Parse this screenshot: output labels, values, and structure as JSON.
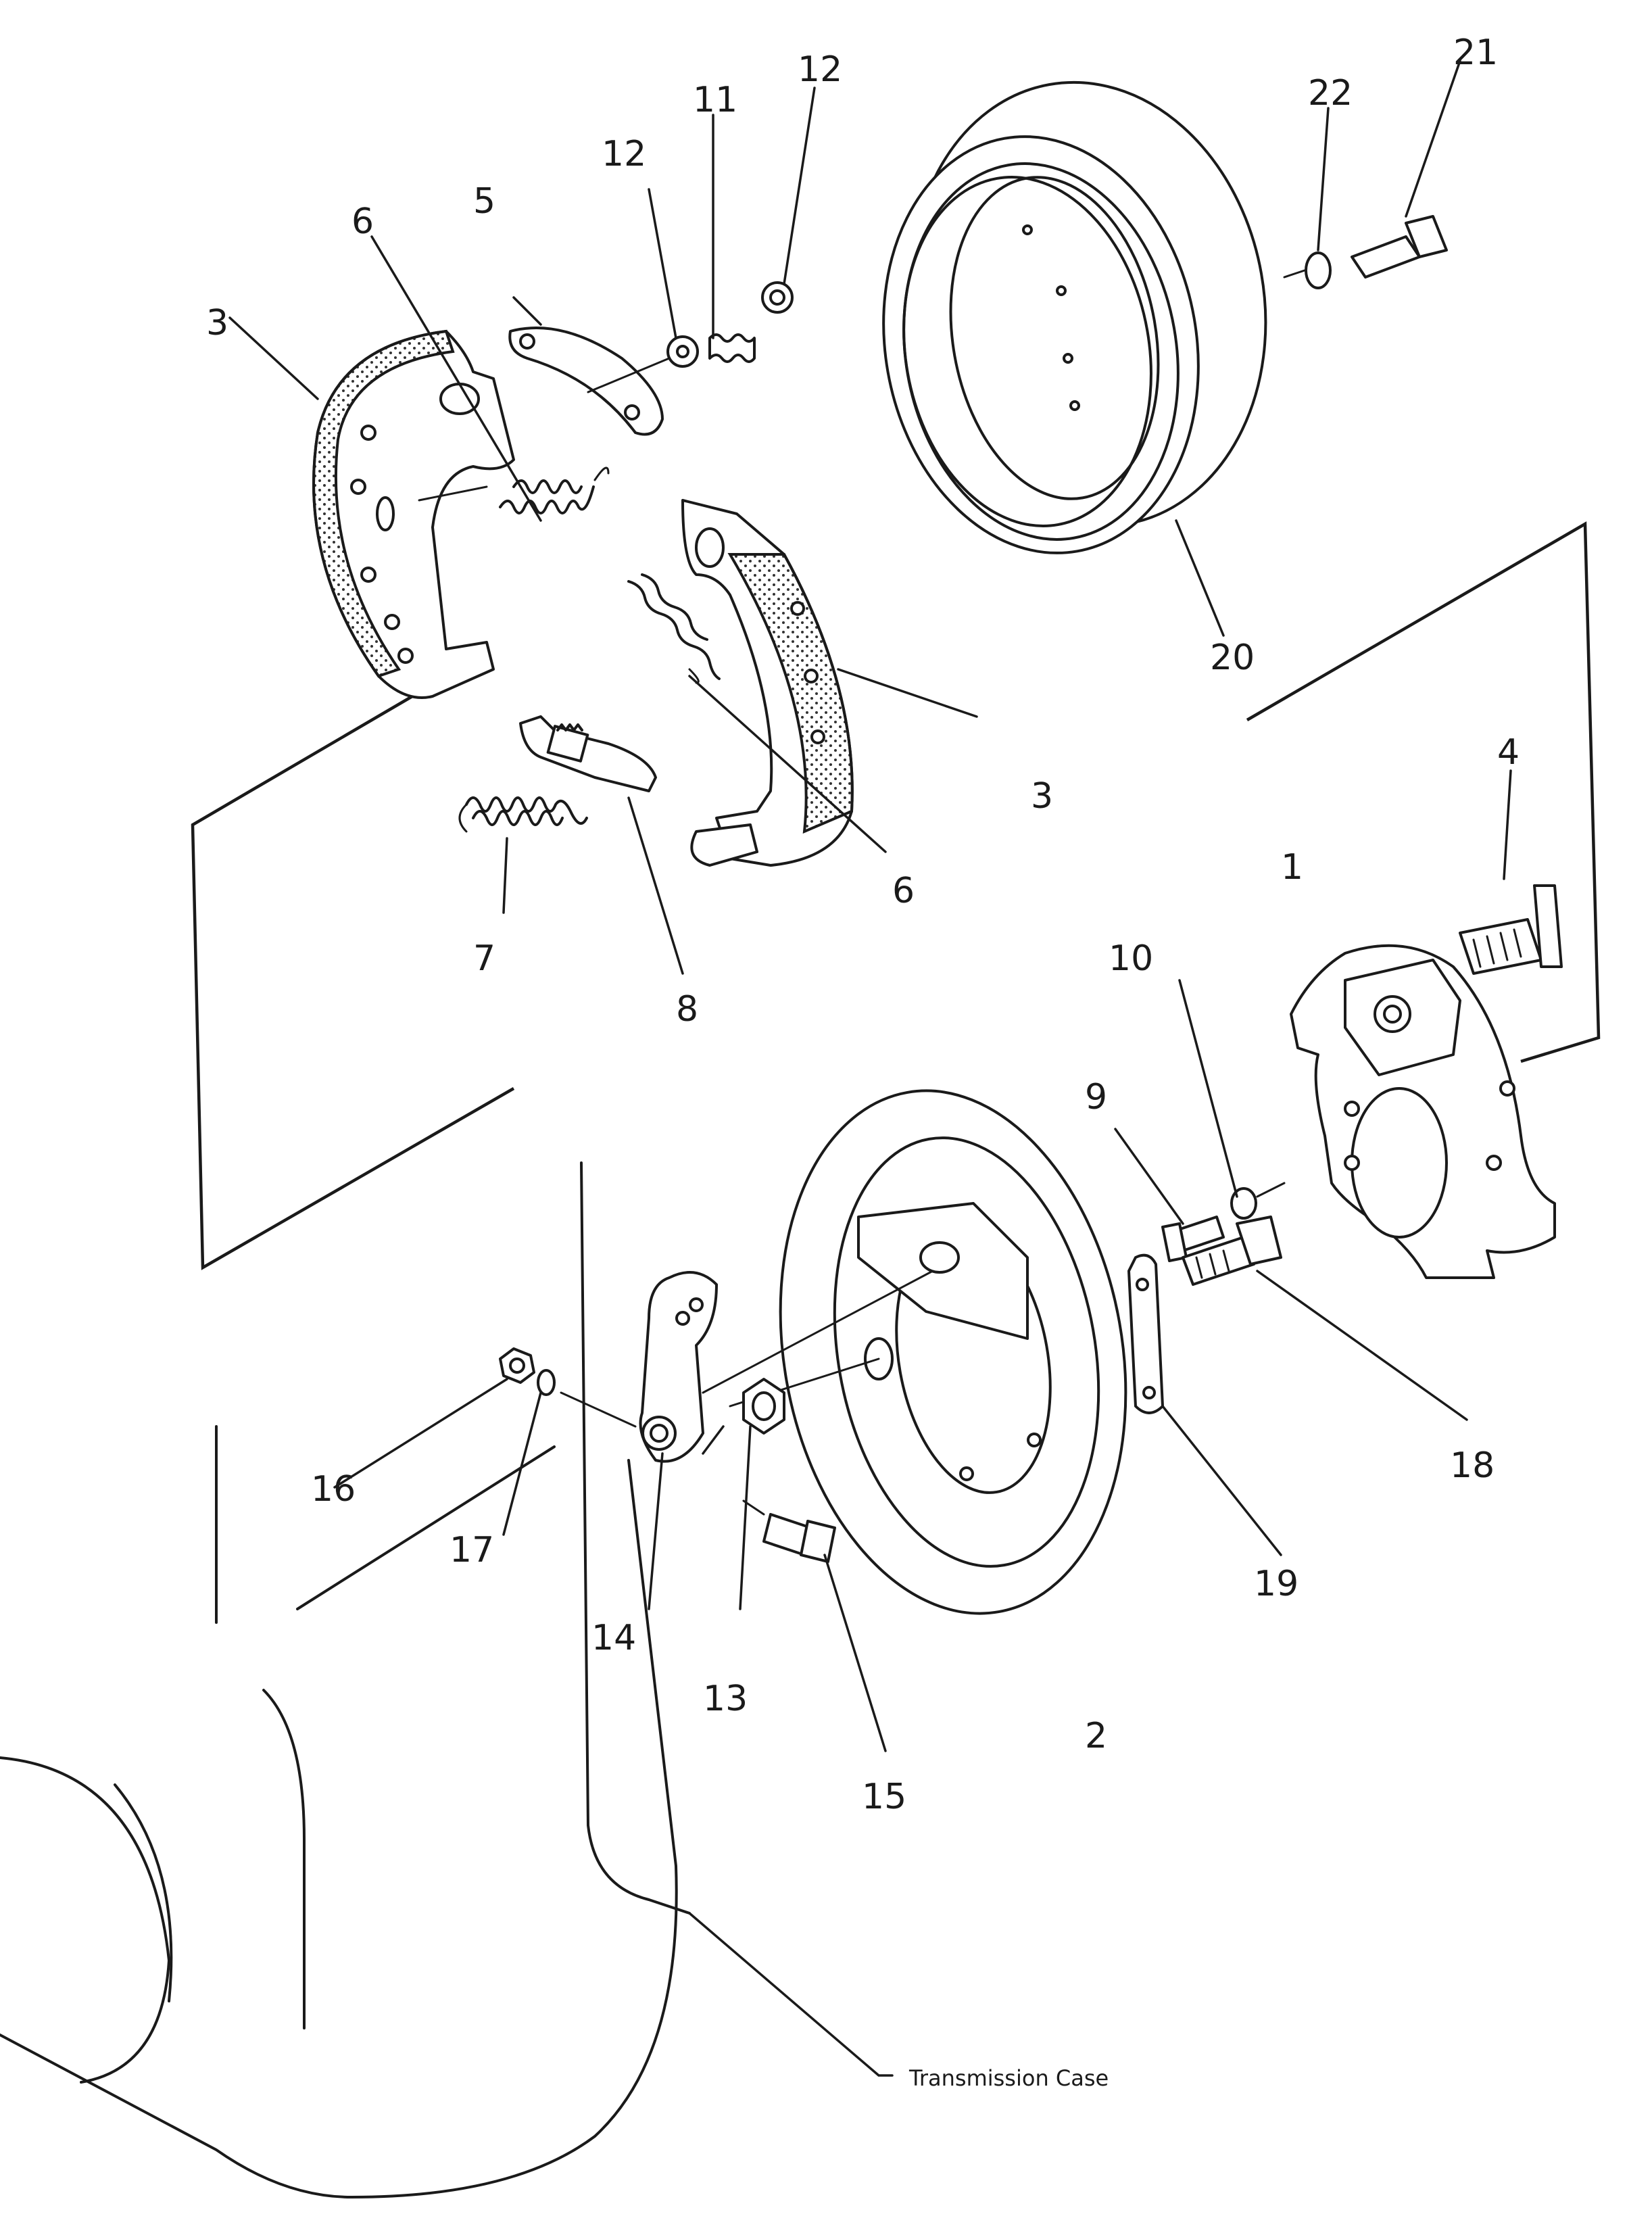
{
  "callouts": {
    "c1": "1",
    "c2": "2",
    "c3a": "3",
    "c3b": "3",
    "c4": "4",
    "c5": "5",
    "c6a": "6",
    "c6b": "6",
    "c7": "7",
    "c8": "8",
    "c9": "9",
    "c10": "10",
    "c11": "11",
    "c12a": "12",
    "c12b": "12",
    "c13": "13",
    "c14": "14",
    "c15": "15",
    "c16": "16",
    "c17": "17",
    "c18": "18",
    "c19": "19",
    "c20": "20",
    "c21": "21",
    "c22": "22"
  },
  "caption": "Transmission Case"
}
